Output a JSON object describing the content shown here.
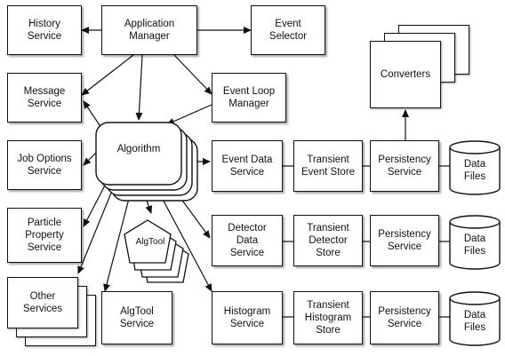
{
  "nodes": {
    "history_service": "History\nService",
    "application_manager": "Application\nManager",
    "event_selector": "Event\nSelector",
    "message_service": "Message\nService",
    "event_loop_manager": "Event Loop\nManager",
    "converters": "Converters",
    "job_options_service": "Job Options\nService",
    "algorithm": "Algorithm",
    "event_data_service": "Event Data\nService",
    "transient_event_store": "Transient\nEvent Store",
    "persistency_service_1": "Persistency\nService",
    "data_files_1": "Data\nFiles",
    "particle_property_service": "Particle\nProperty\nService",
    "algtool_pentagon": "AlgTool",
    "detector_data_service": "Detector\nData\nService",
    "transient_detector_store": "Transient\nDetector\nStore",
    "persistency_service_2": "Persistency\nService",
    "data_files_2": "Data\nFiles",
    "other_services": "Other\nServices",
    "algtool_service": "AlgTool\nService",
    "histogram_service": "Histogram\nService",
    "transient_histogram_store": "Transient\nHistogram\nStore",
    "persistency_service_3": "Persistency\nService",
    "data_files_3": "Data\nFiles"
  }
}
